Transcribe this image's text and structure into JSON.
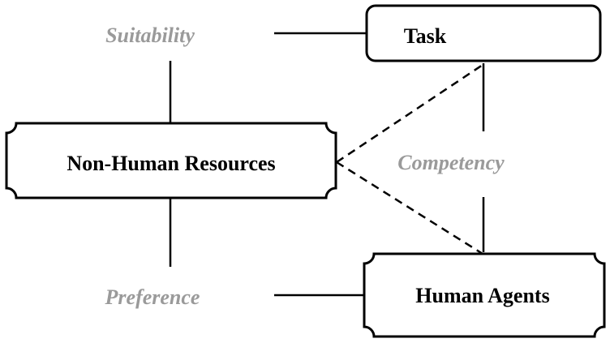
{
  "diagram": {
    "nodes": {
      "task": "Task",
      "non_human_resources": "Non-Human Resources",
      "human_agents": "Human Agents"
    },
    "relations": {
      "suitability": "Suitability",
      "competency": "Competency",
      "preference": "Preference"
    },
    "colors": {
      "line": "#000000",
      "relation_text": "#9a9a9a",
      "box_fill": "#ffffff"
    }
  }
}
